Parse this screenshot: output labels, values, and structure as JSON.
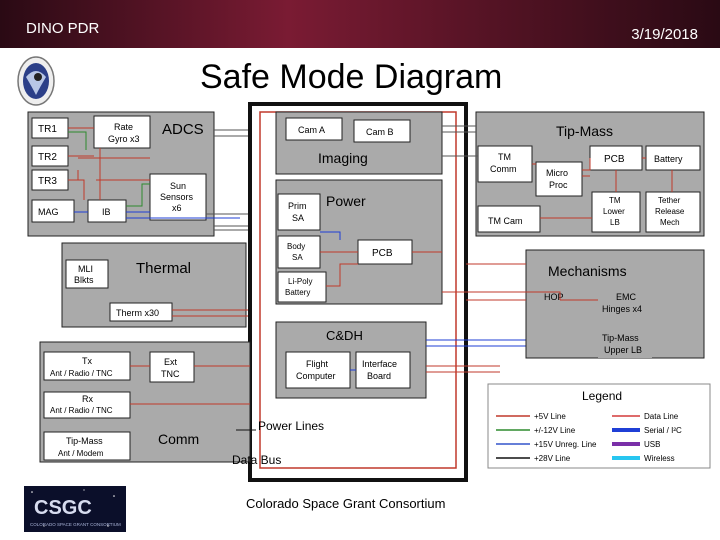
{
  "header": {
    "left": "DINO PDR",
    "right": "3/19/2018"
  },
  "title": "Safe Mode Diagram",
  "footer": "Colorado Space Grant Consortium",
  "logos": {
    "csgc": "CSGC",
    "csgc_sub": "COLORADO SPACE GRANT CONSORTIUM"
  },
  "adcs": {
    "label": "ADCS",
    "tr1": "TR1",
    "tr2": "TR2",
    "tr3": "TR3",
    "rate_gyro_1": "Rate",
    "rate_gyro_2": "Gyro x3",
    "mag": "MAG",
    "ib": "IB",
    "sun_1": "Sun",
    "sun_2": "Sensors",
    "sun_3": "x6"
  },
  "imaging": {
    "label": "Imaging",
    "cam_a": "Cam A",
    "cam_b": "Cam B"
  },
  "power": {
    "label": "Power",
    "prim_1": "Prim",
    "prim_2": "SA",
    "body_1": "Body",
    "body_2": "SA",
    "pcb": "PCB",
    "lipoly_1": "Li-Poly",
    "lipoly_2": "Battery"
  },
  "thermal": {
    "label": "Thermal",
    "mli_1": "MLI",
    "mli_2": "Blkts",
    "therm": "Therm x30"
  },
  "tipmass": {
    "label": "Tip-Mass",
    "tm_comm_1": "TM",
    "tm_comm_2": "Comm",
    "micro_1": "Micro",
    "micro_2": "Proc",
    "pcb": "PCB",
    "battery": "Battery",
    "tm_cam": "TM Cam",
    "tm_lower_1": "TM",
    "tm_lower_2": "Lower",
    "tm_lower_3": "LB",
    "tether_1": "Tether",
    "tether_2": "Release",
    "tether_3": "Mech"
  },
  "mechanisms": {
    "label": "Mechanisms",
    "hop": "HOP",
    "emc_1": "EMC",
    "emc_2": "Hinges x4",
    "tipmass_upper_1": "Tip-Mass",
    "tipmass_upper_2": "Upper LB"
  },
  "cdh": {
    "label": "C&DH",
    "flight_1": "Flight",
    "flight_2": "Computer",
    "iface_1": "Interface",
    "iface_2": "Board"
  },
  "comm": {
    "label": "Comm",
    "tx_1": "Tx",
    "tx_2": "Ant / Radio / TNC",
    "ext_1": "Ext",
    "ext_2": "TNC",
    "rx_1": "Rx",
    "rx_2": "Ant / Radio / TNC",
    "tipmass_1": "Tip-Mass",
    "tipmass_2": "Ant / Modem"
  },
  "labels": {
    "power_lines": "Power Lines",
    "data_bus": "Data Bus"
  },
  "legend": {
    "title": "Legend",
    "items": [
      {
        "label": "+5V Line",
        "color": "#c0392b"
      },
      {
        "label": "+/-12V Line",
        "color": "#2e8b2e"
      },
      {
        "label": "+15V Unreg. Line",
        "color": "#3355cc"
      },
      {
        "label": "+28V Line",
        "color": "#111111"
      },
      {
        "label": "Data Line",
        "color": "#d43a3a"
      },
      {
        "label": "Serial / I²C",
        "color": "#1f3fd6"
      },
      {
        "label": "USB",
        "color": "#7a2fa8"
      },
      {
        "label": "Wireless",
        "color": "#27c6f0"
      }
    ]
  }
}
